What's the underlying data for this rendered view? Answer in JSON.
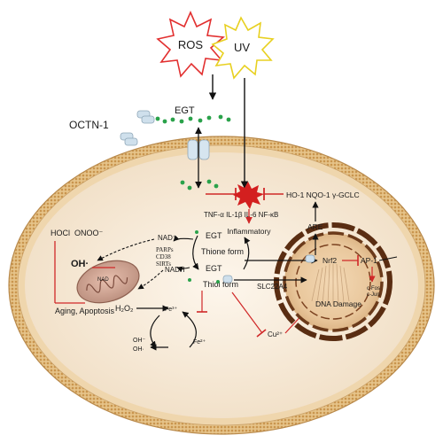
{
  "stimuli": {
    "ros": "ROS",
    "uv": "UV"
  },
  "egt_label": "EGT",
  "transporter": "OCTN-1",
  "cytokines": {
    "line1": "TNF-α  IL-1β  IL-6  NF-κB",
    "line2": "Inflammatory"
  },
  "antioxidant_genes": "HO-1  NQO-1  γ-GCLC",
  "are": "ARE",
  "oxidants": {
    "hocl": "HOCl",
    "onoo": "ONOO⁻",
    "oh": "OH·",
    "aging": "Aging, Apoptosis"
  },
  "mito": {
    "nad": "NAD",
    "h2o2": "H₂O₂"
  },
  "nad_cycle": {
    "nad_plus": "NAD⁺",
    "enzymes": [
      "PARPs",
      "CD38",
      "SIRTs"
    ],
    "nadh": "NADH"
  },
  "egt_forms": {
    "thione_egt": "EGT",
    "thione": "Thione form",
    "thiol_egt": "EGT",
    "thiol": "Thiol form"
  },
  "iron": {
    "fe3": "Fe³⁺",
    "fe2": "Fe²⁺",
    "oh_minus": "OH⁻",
    "oh_rad": "OH·"
  },
  "nucleus": {
    "nrf2": "Nrf2",
    "ap1": "AP-1",
    "slc": "SLC22A4",
    "dna": "DNA Damage",
    "cfos": "c-Fos",
    "cjun": "c-Jun"
  },
  "copper": "Cu²⁺",
  "colors": {
    "membrane": "#d9b37a",
    "cytoplasm": "#f6ead8",
    "nucleus": "#5a2d12",
    "ros": "#e23030",
    "uv": "#e8d020",
    "egt_dot": "#2aa24a",
    "inhibit": "#d02828"
  }
}
